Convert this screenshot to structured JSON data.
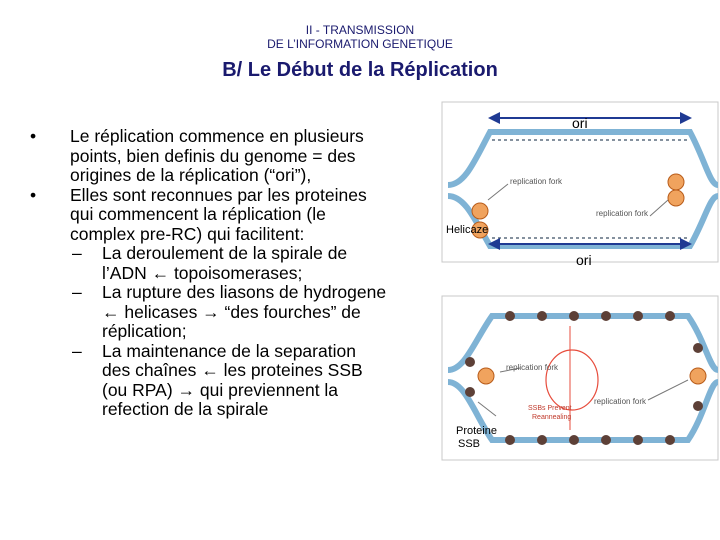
{
  "header": {
    "line1": "II - TRANSMISSION",
    "line2": "DE L’INFORMATION GENETIQUE",
    "title": "B/ Le Début de la Réplication"
  },
  "bullets": [
    {
      "marker": "•",
      "lines": [
        "Le réplication commence en plusieurs",
        "points, bien definis du genome = des",
        "origines de la réplication (“ori”),"
      ]
    },
    {
      "marker": "•",
      "lines": [
        "Elles  sont  reconnues  par les proteines",
        "qui commencent la réplication (le",
        "complex pre-RC) qui facilitent:"
      ]
    }
  ],
  "subitems": [
    {
      "marker": "–",
      "lines": [
        "La deroulement de la  spirale de",
        "l’ADN ← topoisomerases;"
      ]
    },
    {
      "marker": "–",
      "lines": [
        "La rupture des liasons de hydrogene",
        "← helicases → “des fourches” de",
        "réplication;"
      ]
    },
    {
      "marker": "–",
      "lines": [
        "La maintenance de la separation",
        "des chaînes ← les proteines SSB",
        "(ou RPA) → qui previennent la",
        "refection de la spirale"
      ]
    }
  ],
  "diagram": {
    "ori_top": "ori",
    "ori_mid": "ori",
    "helicase": "Helicaze",
    "proteine": "Proteine",
    "ssb": "SSB",
    "fork1": "replication fork",
    "fork2": "replication fork",
    "fork3": "replication fork",
    "fork4": "replication fork",
    "ssb_note_1": "SSBs Prevent",
    "ssb_note_2": "Reannealing"
  }
}
